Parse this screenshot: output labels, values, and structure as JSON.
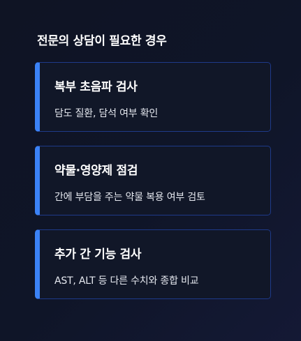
{
  "section": {
    "title": "전문의 상담이 필요한 경우"
  },
  "cards": [
    {
      "title": "복부 초음파 검사",
      "description": "담도 질환, 담석 여부 확인"
    },
    {
      "title": "약물·영양제 점검",
      "description": "간에 부담을 주는 약물 복용 여부 검토"
    },
    {
      "title": "추가 간 기능 검사",
      "description": "AST, ALT 등 다른 수치와 종합 비교"
    }
  ],
  "colors": {
    "background": "#0f1424",
    "card_background": "#111728",
    "card_border": "#1e3a8a",
    "accent": "#3b82f6",
    "text_primary": "#ffffff",
    "text_secondary": "#e6e9f0"
  }
}
